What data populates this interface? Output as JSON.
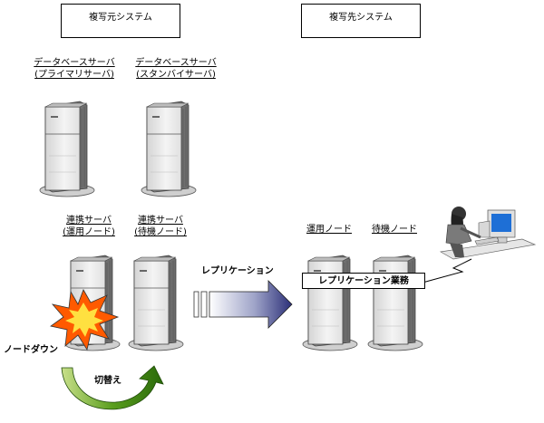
{
  "source_system": {
    "title": "複写元システム"
  },
  "target_system": {
    "title": "複写先システム"
  },
  "db_primary": {
    "line1": "データベースサーバ",
    "line2": "(プライマリサーバ)"
  },
  "db_standby": {
    "line1": "データベースサーバ",
    "line2": "(スタンバイサーバ)"
  },
  "link_active": {
    "line1": "連携サーバ",
    "line2": "(運用ノード)"
  },
  "link_standby": {
    "line1": "連携サーバ",
    "line2": "(待機ノード)"
  },
  "target_active": {
    "label": "運用ノード"
  },
  "target_standby": {
    "label": "待機ノード"
  },
  "replication": {
    "label": "レプリケーション"
  },
  "replication_job": {
    "label": "レプリケーション業務"
  },
  "node_down": {
    "label": "ノードダウン"
  },
  "switchover": {
    "label": "切替え"
  }
}
